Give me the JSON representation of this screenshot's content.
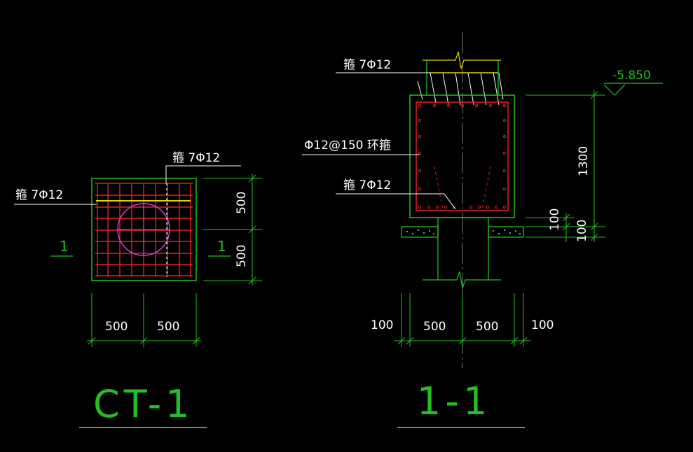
{
  "colors": {
    "background": "#000000",
    "outline": "#22c022",
    "rebar": "#e02020",
    "text": "#ffffff",
    "pile": "#d040d0",
    "yellow_bar": "#e6d000",
    "centerline": "#999999"
  },
  "plan": {
    "label_top": "箍 7Φ12",
    "label_left": "箍 7Φ12",
    "section_mark_left": "1",
    "section_mark_right": "1",
    "dim_vertical": [
      "500",
      "500"
    ],
    "dim_horizontal": [
      "500",
      "500"
    ],
    "title": "CT-1"
  },
  "section": {
    "label_top": "箍 7Φ12",
    "label_ring": "Φ12@150 环箍",
    "label_bottom": "箍 7Φ12",
    "elevation": "-5.850",
    "dim_vertical": [
      "1300",
      "100",
      "100"
    ],
    "dim_horizontal": [
      "100",
      "500",
      "500",
      "100"
    ],
    "title": "1-1"
  }
}
